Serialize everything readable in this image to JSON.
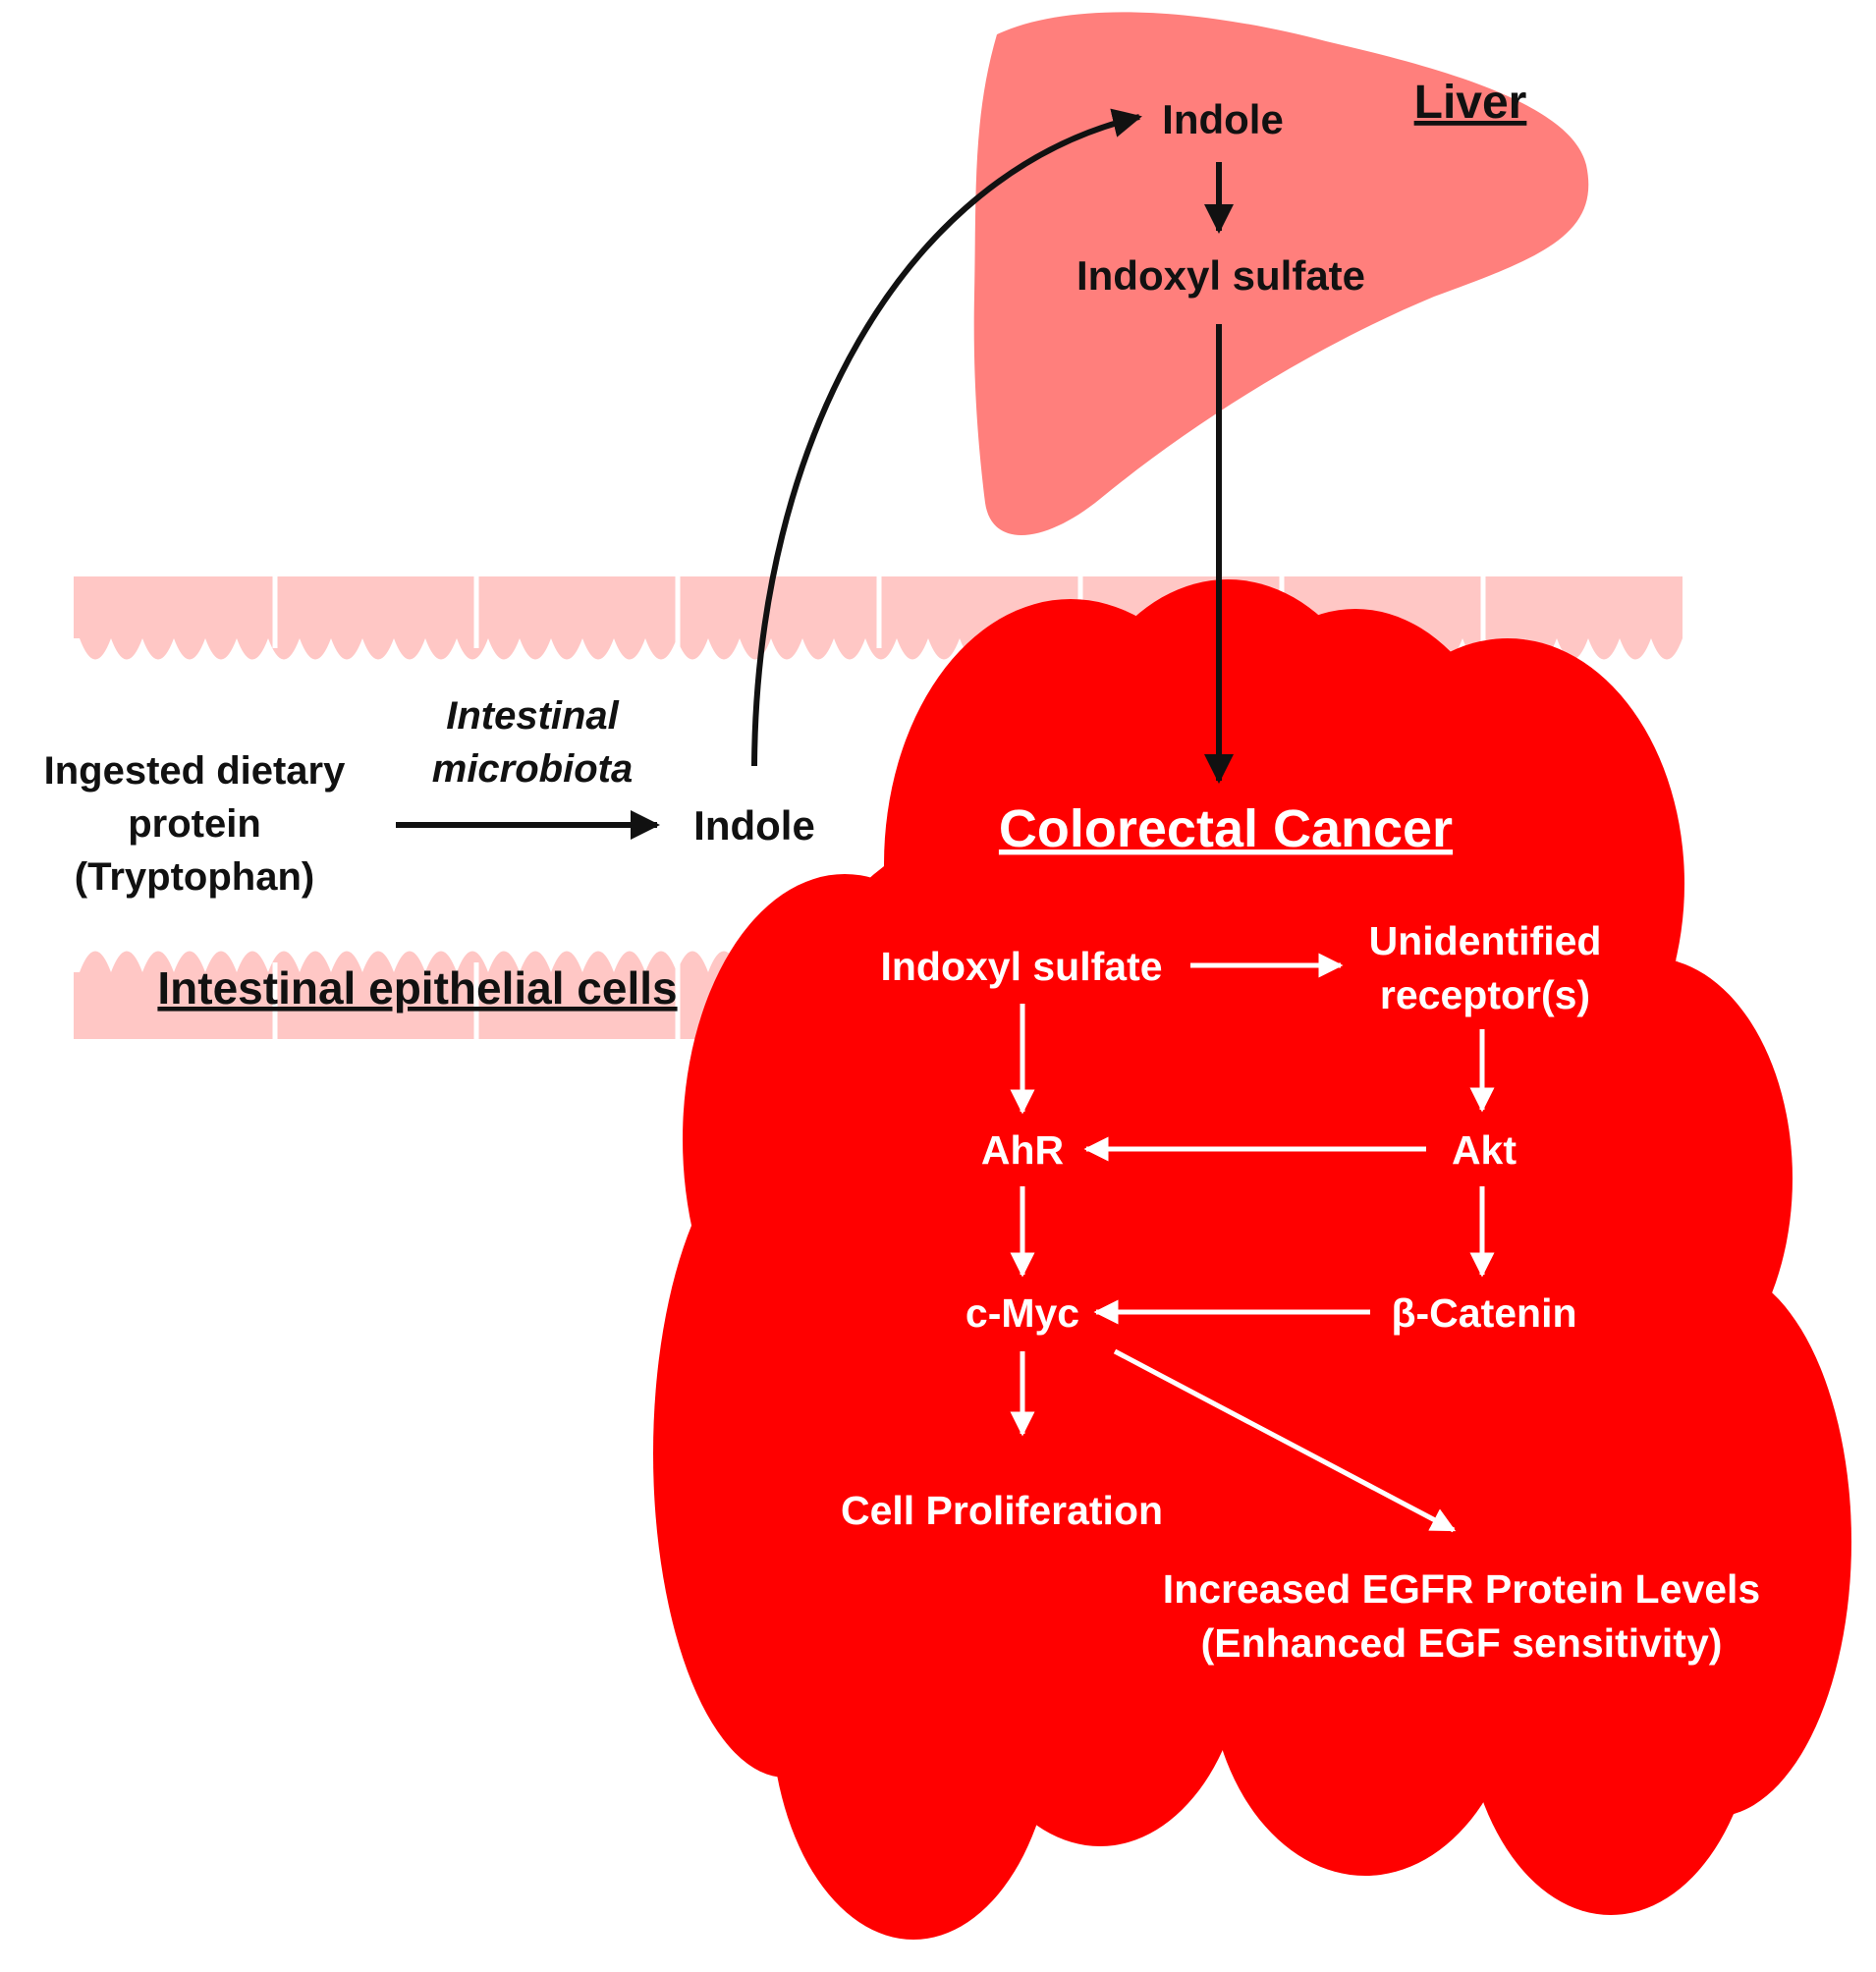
{
  "colors": {
    "liver": "#FF7F7C",
    "epithelium": "#FFC7C5",
    "tumor": "#FF0000",
    "dark_text": "#111111",
    "light_text": "#ffffff"
  },
  "intestine": {
    "title": "Intestinal epithelial cells",
    "dietary_label": {
      "line1": "Ingested dietary",
      "line2": "protein",
      "line3": "(Tryptophan)"
    },
    "microbiota_label": {
      "line1": "Intestinal",
      "line2": "microbiota"
    },
    "indole_label": "Indole"
  },
  "liver": {
    "title": "Liver",
    "indole_label": "Indole",
    "indoxyl_sulfate_label": "Indoxyl sulfate"
  },
  "cancer": {
    "title": "Colorectal Cancer",
    "nodes": {
      "indoxyl_sulfate": "Indoxyl sulfate",
      "receptor_line1": "Unidentified",
      "receptor_line2": "receptor(s)",
      "ahr": "AhR",
      "akt": "Akt",
      "cmyc": "c-Myc",
      "catenin": "β-Catenin",
      "proliferation": "Cell Proliferation",
      "egfr_line1": "Increased EGFR Protein Levels",
      "egfr_line2": "(Enhanced EGF sensitivity)"
    }
  }
}
